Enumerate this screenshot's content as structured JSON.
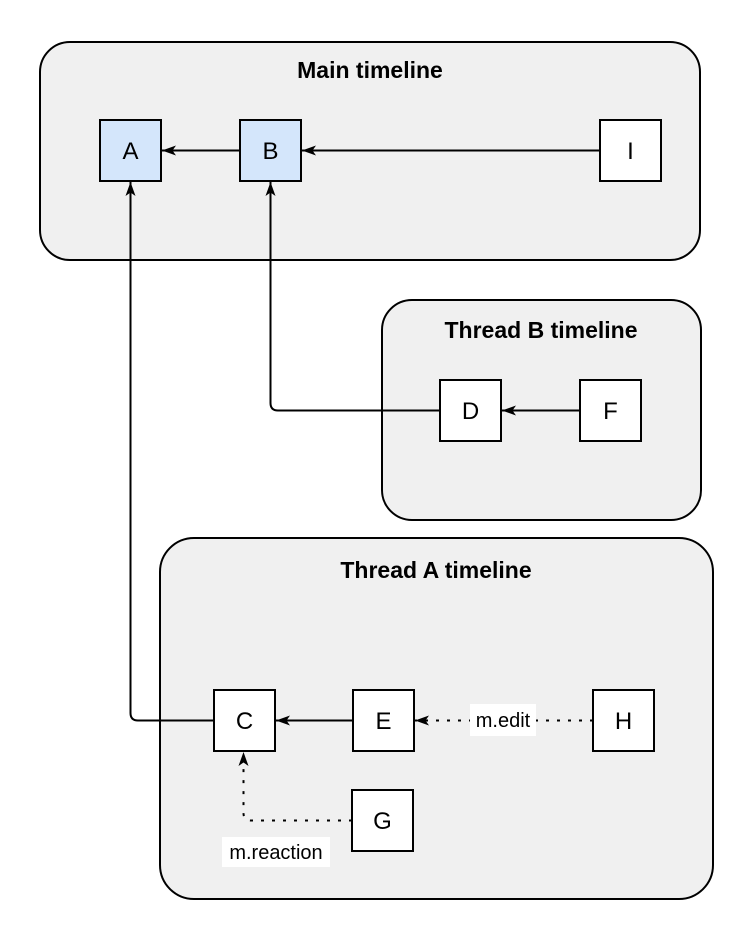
{
  "diagram": {
    "colors": {
      "container_fill": "#f0f0f0",
      "container_stroke": "#000000",
      "node_fill": "#ffffff",
      "node_fill_highlight": "#d4e6fb",
      "edge_color": "#000000",
      "label_bg": "#ffffff"
    },
    "containers": [
      {
        "title": "Main timeline"
      },
      {
        "title": "Thread B timeline"
      },
      {
        "title": "Thread A timeline"
      }
    ],
    "nodes": [
      {
        "label": "A",
        "highlighted": true
      },
      {
        "label": "B",
        "highlighted": true
      },
      {
        "label": "I",
        "highlighted": false
      },
      {
        "label": "D",
        "highlighted": false
      },
      {
        "label": "F",
        "highlighted": false
      },
      {
        "label": "C",
        "highlighted": false
      },
      {
        "label": "E",
        "highlighted": false
      },
      {
        "label": "H",
        "highlighted": false
      },
      {
        "label": "G",
        "highlighted": false
      }
    ],
    "edges": [
      {
        "from": "B",
        "to": "A",
        "style": "solid",
        "label": ""
      },
      {
        "from": "I",
        "to": "B",
        "style": "solid",
        "label": ""
      },
      {
        "from": "F",
        "to": "D",
        "style": "solid",
        "label": ""
      },
      {
        "from": "D",
        "to": "B",
        "style": "solid",
        "label": ""
      },
      {
        "from": "E",
        "to": "C",
        "style": "solid",
        "label": ""
      },
      {
        "from": "H",
        "to": "E",
        "style": "dotted",
        "label": "m.edit"
      },
      {
        "from": "G",
        "to": "C",
        "style": "dotted",
        "label": "m.reaction"
      },
      {
        "from": "C",
        "to": "A",
        "style": "solid",
        "label": ""
      }
    ]
  }
}
